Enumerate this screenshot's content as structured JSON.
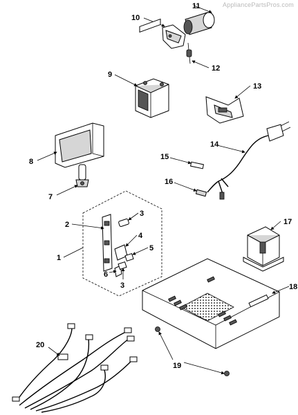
{
  "watermark": "AppliancePartsPros.com",
  "callouts": {
    "c1": "1",
    "c2": "2",
    "c3a": "3",
    "c3b": "3",
    "c4": "4",
    "c5": "5",
    "c6": "6",
    "c7": "7",
    "c8": "8",
    "c9": "9",
    "c10": "10",
    "c11": "11",
    "c12": "12",
    "c13": "13",
    "c14": "14",
    "c15": "15",
    "c16": "16",
    "c17": "17",
    "c18": "18",
    "c19": "19",
    "c20": "20"
  }
}
